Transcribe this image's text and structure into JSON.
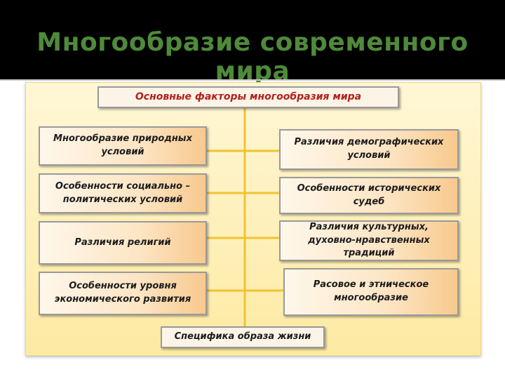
{
  "slide": {
    "title": "Многообразие современного мира"
  },
  "diagram": {
    "header": "Основные факторы многообразия мира",
    "left": [
      "Многообразие природных условий",
      "Особенности социально – политических условий",
      "Различия религий",
      "Особенности уровня экономического развития"
    ],
    "right": [
      "Различия демографических условий",
      "Особенности исторических судеб",
      "Различия культурных, духовно-нравственных традиций",
      "Расовое и этническое многообразие"
    ],
    "footer": "Специфика образа жизни",
    "connector_color": "#f2c230"
  }
}
